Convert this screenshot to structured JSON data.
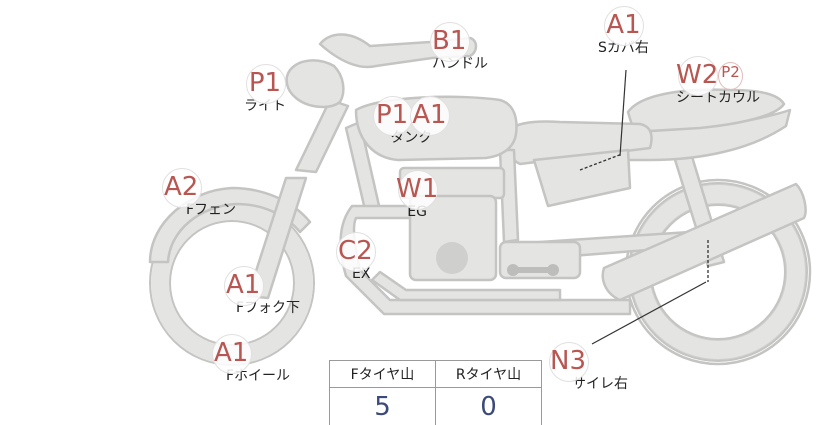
{
  "parts": [
    {
      "id": "light",
      "codes": [
        "P1"
      ],
      "label": "ライト"
    },
    {
      "id": "handle",
      "codes": [
        "B1"
      ],
      "label": "ハンドル"
    },
    {
      "id": "tank",
      "codes": [
        "P1",
        "A1"
      ],
      "label": "タンク"
    },
    {
      "id": "side-cover-right",
      "codes": [
        "A1"
      ],
      "label": "Sカバ右"
    },
    {
      "id": "seat-cowl",
      "codes": [
        "W2",
        "P2"
      ],
      "label": "シートカウル"
    },
    {
      "id": "front-fender",
      "codes": [
        "A2"
      ],
      "label": "Fフェン"
    },
    {
      "id": "engine",
      "codes": [
        "W1"
      ],
      "label": "EG"
    },
    {
      "id": "exhaust",
      "codes": [
        "C2"
      ],
      "label": "EX"
    },
    {
      "id": "front-fork-lower",
      "codes": [
        "A1"
      ],
      "label": "Fフォク下"
    },
    {
      "id": "front-wheel",
      "codes": [
        "A1"
      ],
      "label": "Fホイール"
    },
    {
      "id": "silencer-right",
      "codes": [
        "N3"
      ],
      "label": "サイレ右"
    }
  ],
  "tread_table": {
    "headers": [
      "Fタイヤ山",
      "Rタイヤ山"
    ],
    "values": [
      "5",
      "0"
    ]
  }
}
